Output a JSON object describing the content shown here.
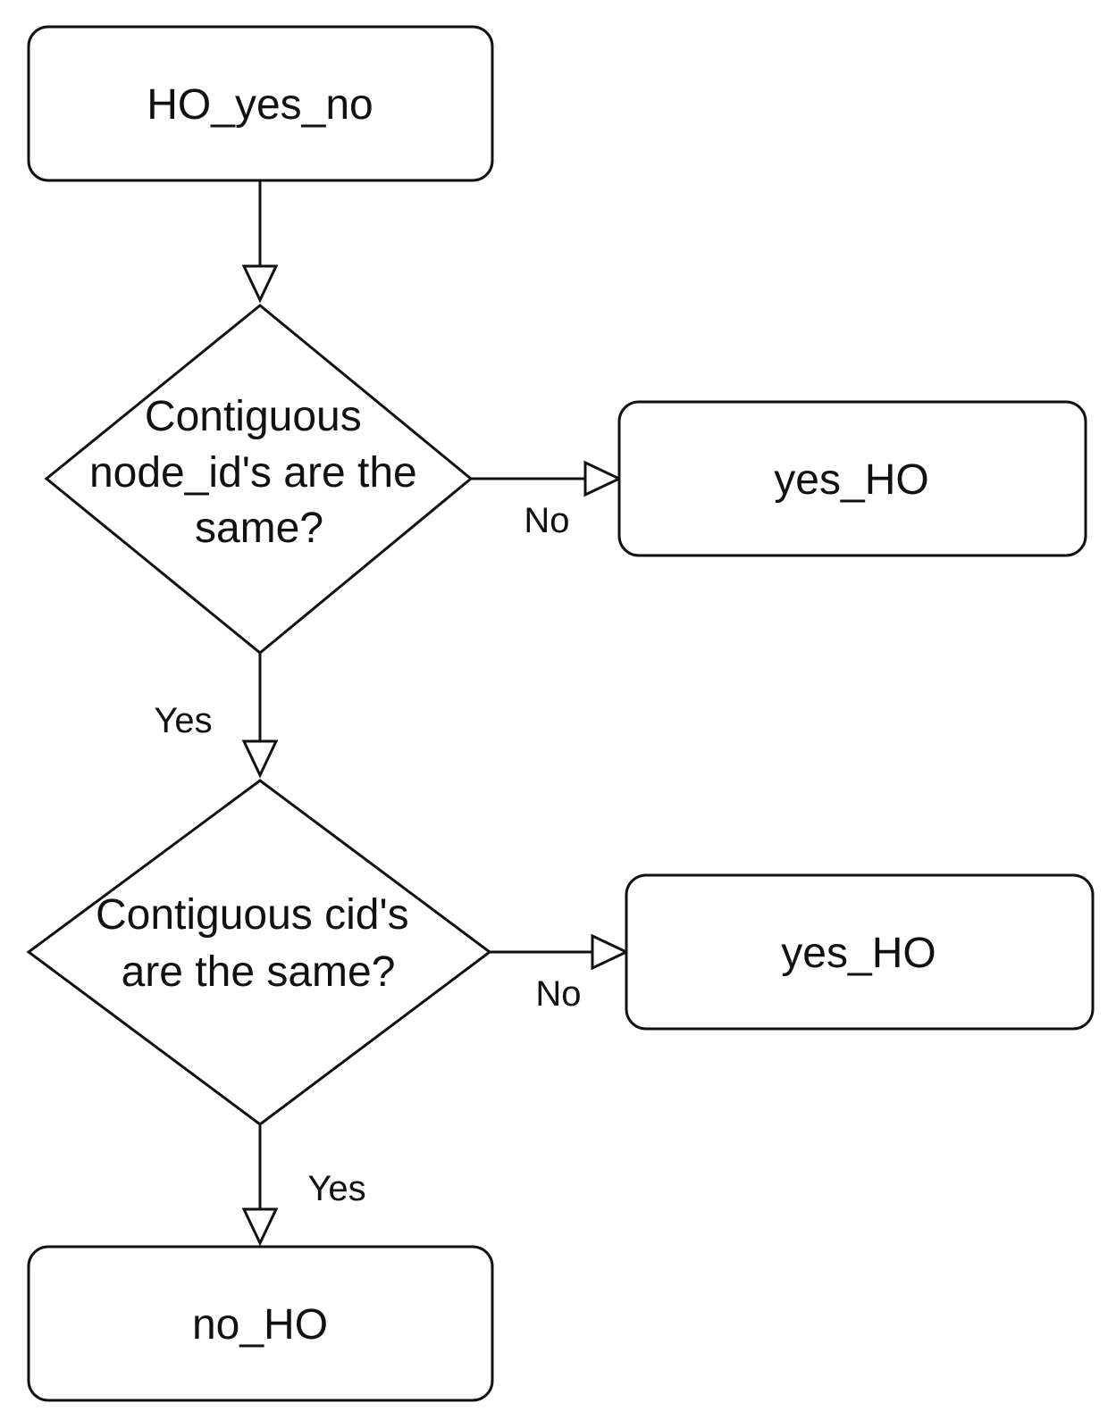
{
  "nodes": {
    "start": {
      "label": "HO_yes_no"
    },
    "decision1": {
      "lines": [
        "Contiguous",
        "node_id's are the",
        "same?"
      ]
    },
    "result1": {
      "label": "yes_HO"
    },
    "decision2": {
      "lines": [
        "Contiguous cid's",
        "are the same?"
      ]
    },
    "result2": {
      "label": "yes_HO"
    },
    "end": {
      "label": "no_HO"
    }
  },
  "edges": {
    "decision1_no": "No",
    "decision1_yes": "Yes",
    "decision2_no": "No",
    "decision2_yes": "Yes"
  }
}
